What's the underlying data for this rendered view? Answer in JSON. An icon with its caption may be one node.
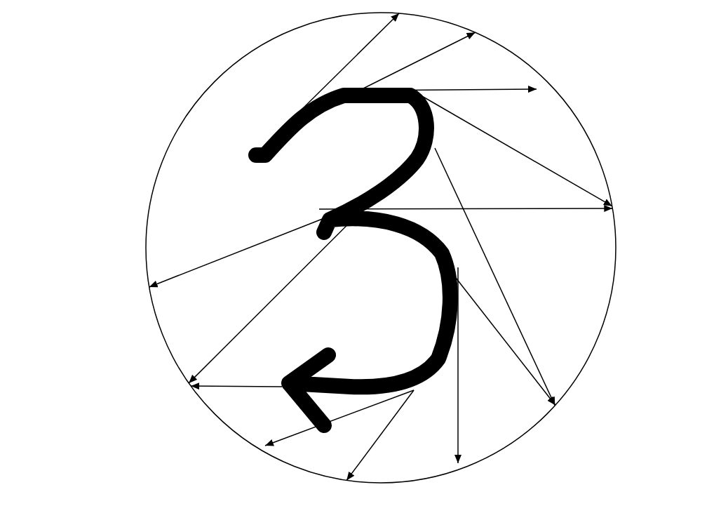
{
  "diagram": {
    "nodes": [
      {
        "text": [],
        "shape": "circle"
      },
      {
        "text": [],
        "shape": "picture",
        "in": 0
      }
    ],
    "edges": [
      {
        "from": 1,
        "to": 0,
        "arrow": "to"
      },
      {
        "from": 1,
        "to": 0,
        "arrow": "to"
      },
      {
        "from": 1,
        "to": null,
        "arrow": "to"
      },
      {
        "from": 1,
        "to": 0,
        "arrow": "to"
      },
      {
        "from": 1,
        "to": 0,
        "arrow": "to"
      },
      {
        "from": 1,
        "to": 0,
        "arrow": "to"
      },
      {
        "from": 1,
        "to": 0,
        "arrow": "to"
      },
      {
        "from": 1,
        "to": 0,
        "arrow": "to"
      },
      {
        "from": 1,
        "to": 0,
        "arrow": "to"
      },
      {
        "from": 1,
        "to": 0,
        "arrow": "to"
      },
      {
        "from": 1,
        "to": null,
        "arrow": "to"
      },
      {
        "from": 1,
        "to": 0,
        "arrow": "to"
      },
      {
        "from": 1,
        "to": null,
        "arrow": "to"
      }
    ]
  }
}
